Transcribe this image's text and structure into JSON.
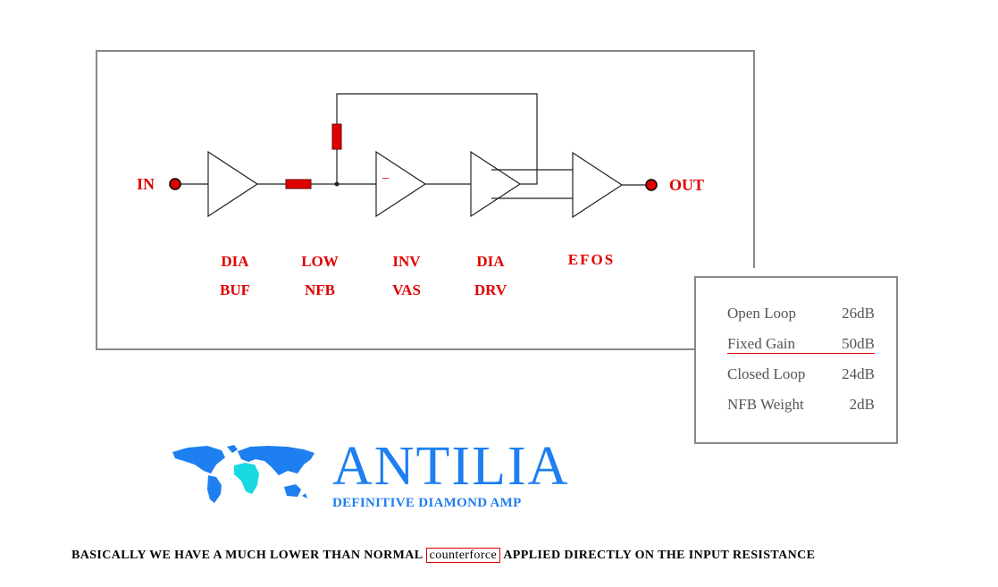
{
  "circuit": {
    "input_label": "IN",
    "output_label": "OUT",
    "inverting_mark": "−",
    "stages": [
      {
        "line1": "DIA",
        "line2": "BUF"
      },
      {
        "line1": "LOW",
        "line2": "NFB"
      },
      {
        "line1": "INV",
        "line2": "VAS"
      },
      {
        "line1": "DIA",
        "line2": "DRV"
      },
      {
        "line1": "EFOS",
        "line2": ""
      }
    ]
  },
  "gain_table": [
    {
      "label": "Open Loop",
      "value": "26dB"
    },
    {
      "label": "Fixed Gain",
      "value": "50dB"
    },
    {
      "label": "Closed Loop",
      "value": "24dB"
    },
    {
      "label": "NFB Weight",
      "value": "2dB"
    }
  ],
  "brand": {
    "name": "ANTILIA",
    "tagline": "DEFINITIVE DIAMOND AMP",
    "logo_icon": "world-map-icon",
    "color": "#1e7ff0"
  },
  "footer": {
    "text_before": "BASICALLY WE HAVE A MUCH LOWER THAN NORMAL",
    "boxed_word": "counterforce",
    "text_after": "APPLIED DIRECTLY ON THE INPUT RESISTANCE"
  },
  "colors": {
    "accent": "#e00000",
    "frame": "#888888"
  }
}
